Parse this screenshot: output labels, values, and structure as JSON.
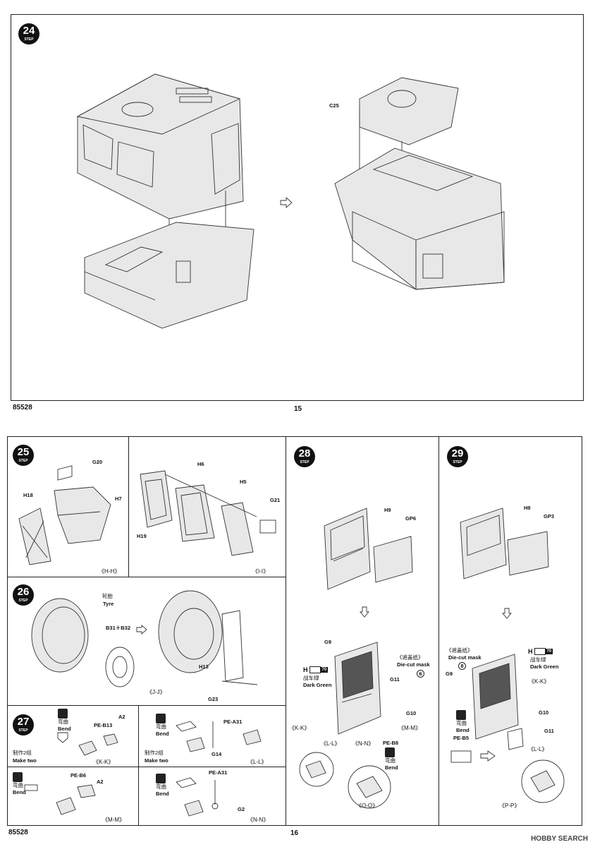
{
  "page_top": {
    "step": "24",
    "step_word": "STEP",
    "part_c25": "C25",
    "code_left": "85528",
    "page_number": "15"
  },
  "step25": {
    "step": "25",
    "parts": {
      "g20": "G20",
      "h18": "H18",
      "h7": "H7",
      "h6": "H6",
      "h5": "H5",
      "g21": "G21",
      "h19": "H19"
    },
    "caption_hh": "《H-H》",
    "caption_ii": "《I-I》"
  },
  "step26": {
    "step": "26",
    "tyre_cn": "轮胎",
    "tyre_en": "Tyre",
    "parts": {
      "b31_b32": "B31＋B32",
      "h13": "H13",
      "g23": "G23"
    },
    "caption_jj": "《J-J》"
  },
  "step27": {
    "step": "27",
    "bend_cn": "弯曲",
    "bend_en": "Bend",
    "pe_b13": "PE-B13",
    "a2": "A2",
    "caption_kk": "《K-K》",
    "make_two_cn": "制作2组",
    "make_two_en": "Make two",
    "pe_a31": "PE-A31",
    "g14": "G14",
    "caption_ll": "《L-L》",
    "pe_b6": "PE-B6",
    "a2_b": "A2",
    "caption_mm": "《M-M》",
    "pe_a31_b": "PE-A31",
    "g2": "G2",
    "caption_nn": "《N-N》"
  },
  "step28": {
    "step": "28",
    "h9": "H9",
    "gp6": "GP6",
    "g9": "G9",
    "mask_cn": "《遮盖纸》",
    "mask_en": "Die-cut mask",
    "mask_no": "6",
    "paint_h": "H",
    "paint_code": "70",
    "paint_cn": "战车绿",
    "paint_en": "Dark Green",
    "g11": "G11",
    "g10": "G10",
    "caption_kk": "《K-K》",
    "caption_ll": "《L-L》",
    "caption_nn": "《N-N》",
    "caption_mm": "《M-M》",
    "pe_b8": "PE-B8",
    "bend_cn": "弯曲",
    "bend_en": "Bend",
    "caption_oo": "《O-O》"
  },
  "step29": {
    "step": "29",
    "h8": "H8",
    "gp3": "GP3",
    "mask_cn": "《遮盖纸》",
    "mask_en": "Die-cut mask",
    "mask_no": "8",
    "paint_h": "H",
    "paint_code": "70",
    "paint_cn": "战车绿",
    "paint_en": "Dark Green",
    "g9": "G9",
    "caption_kk": "《K-K》",
    "g10": "G10",
    "g11": "G11",
    "bend_cn": "弯曲",
    "bend_en": "Bend",
    "pe_b5": "PE-B5",
    "caption_ll": "《L-L》",
    "caption_pp": "《P-P》"
  },
  "page_bottom": {
    "code_left": "85528",
    "page_number": "16"
  },
  "watermark": "HOBBY SEARCH"
}
